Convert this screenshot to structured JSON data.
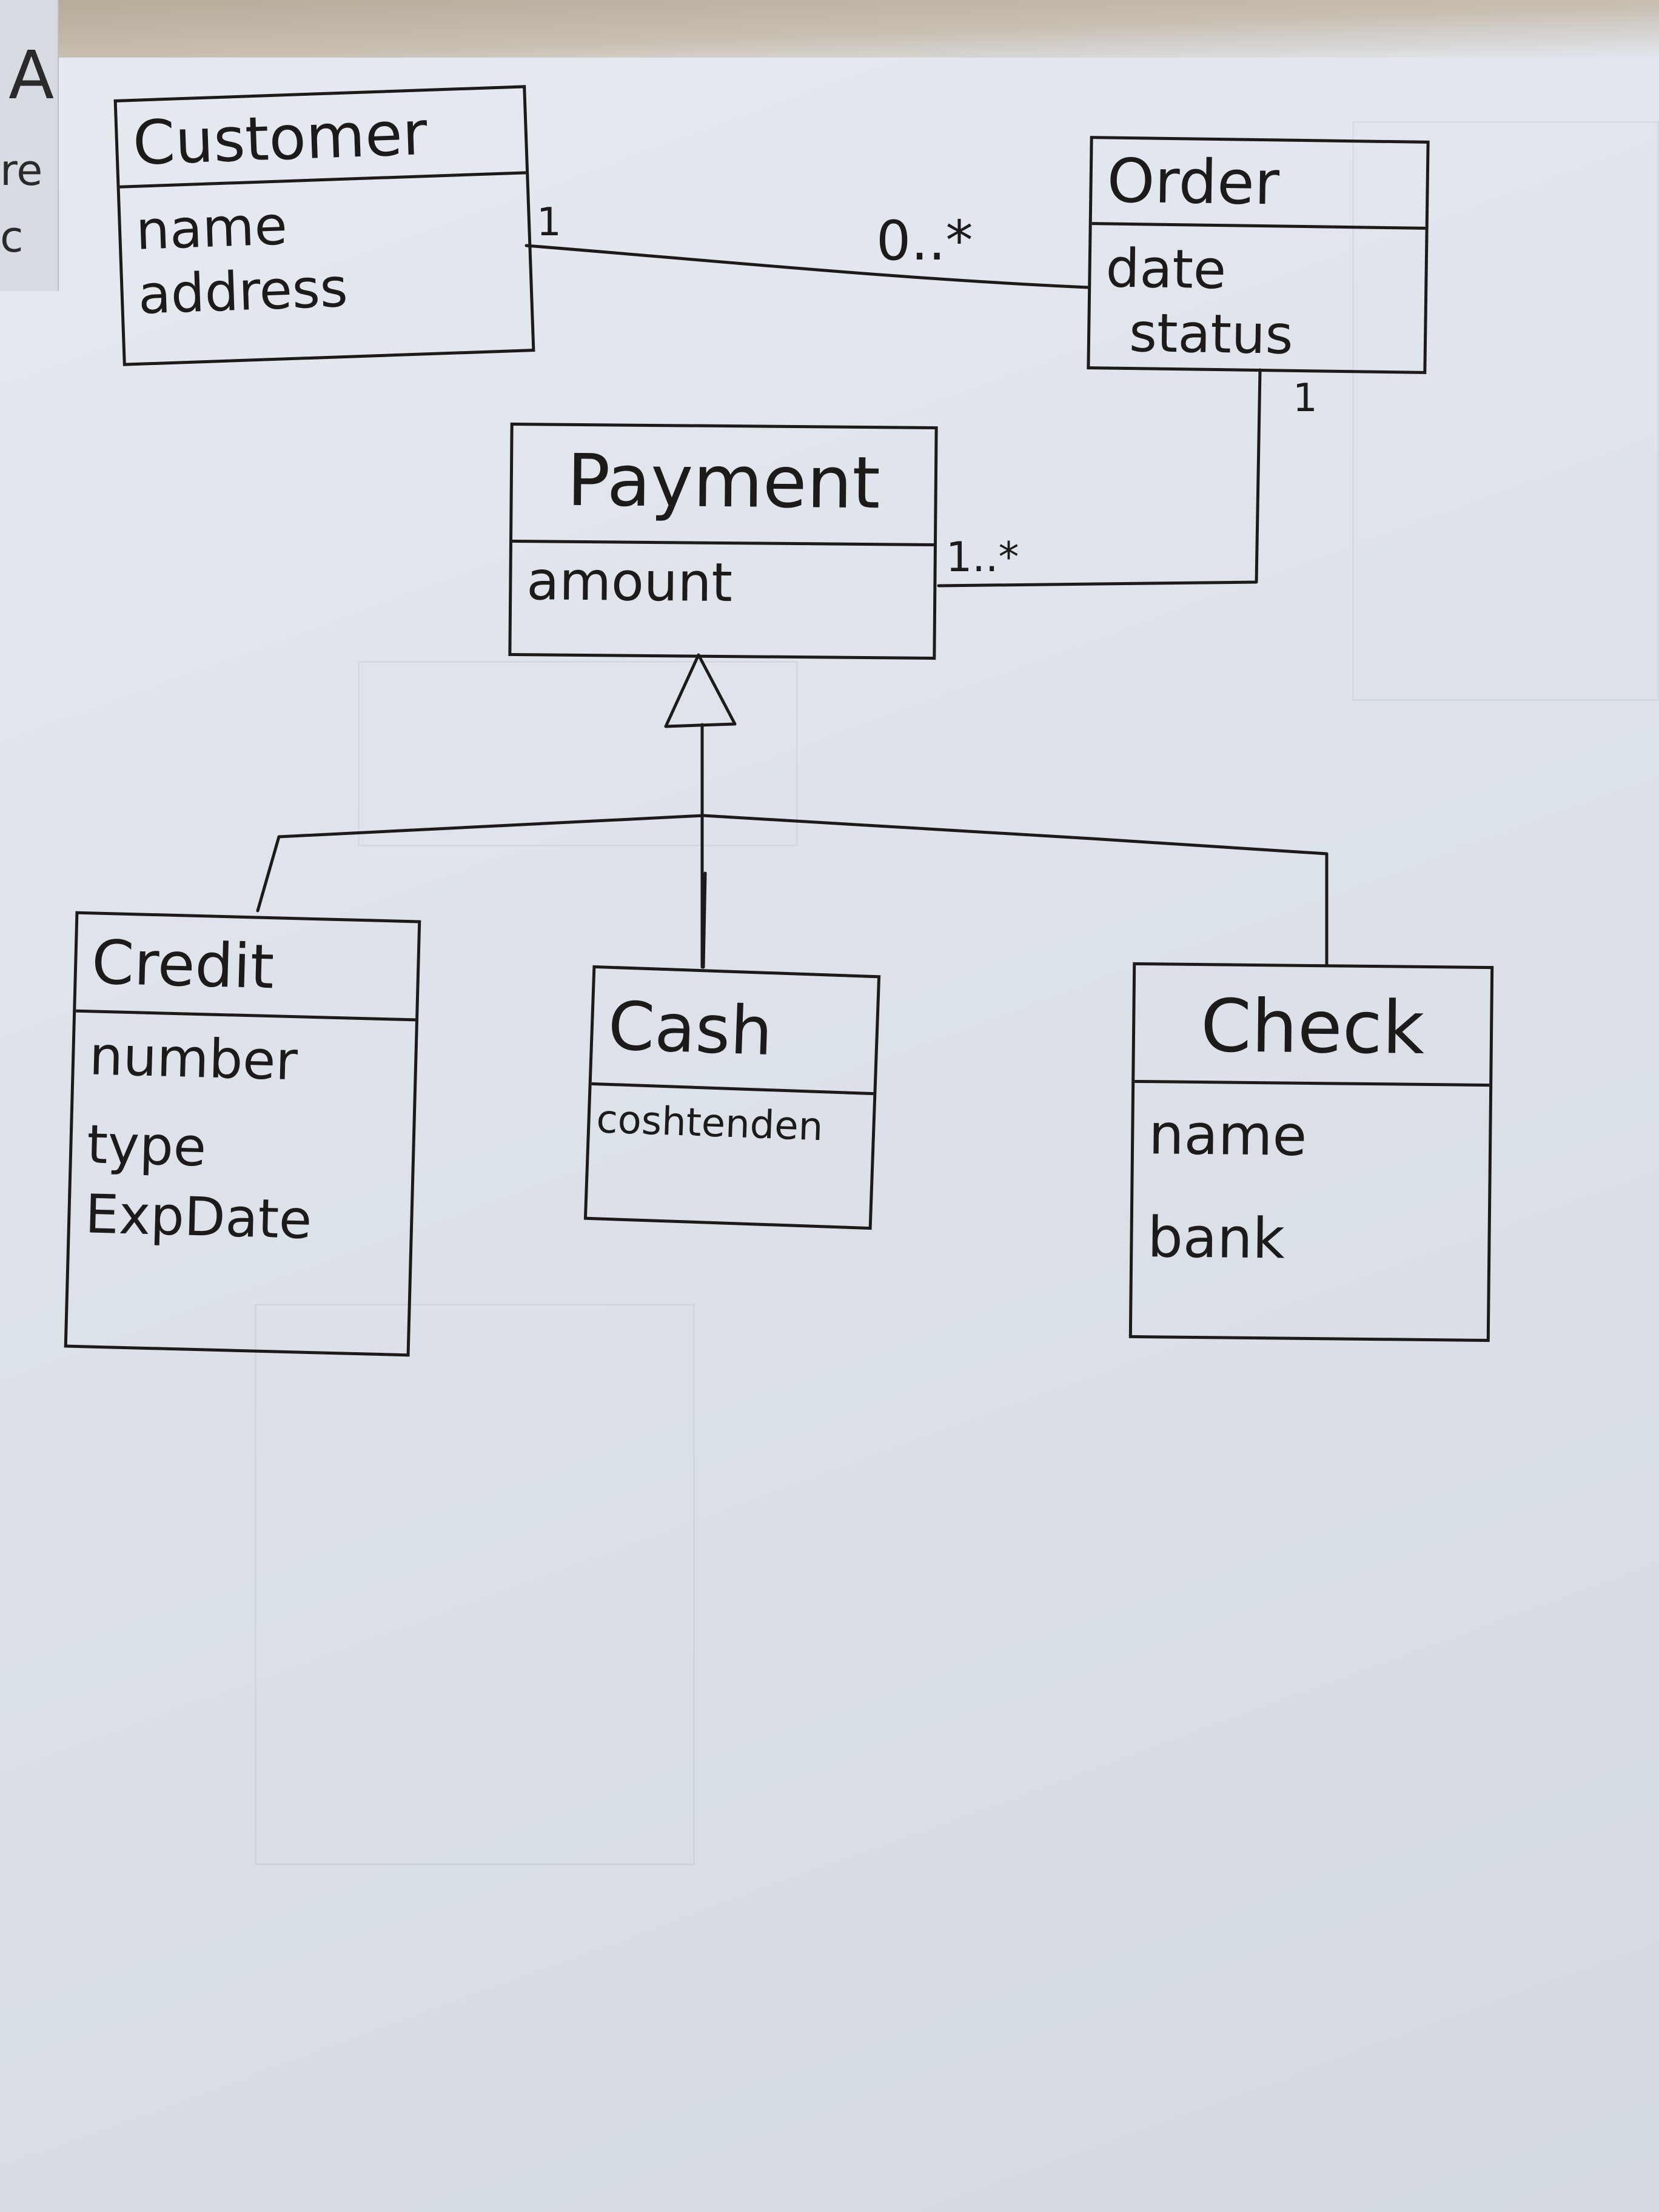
{
  "background_sheet": {
    "edge_letters": [
      "A",
      "re",
      "c"
    ]
  },
  "classes": {
    "customer": {
      "name": "Customer",
      "attributes": [
        "name",
        "address"
      ]
    },
    "order": {
      "name": "Order",
      "attributes": [
        "date",
        "status"
      ]
    },
    "payment": {
      "name": "Payment",
      "attributes": [
        "amount"
      ]
    },
    "credit": {
      "name": "Credit",
      "attributes": [
        "number",
        "type",
        "ExpDate"
      ]
    },
    "cash": {
      "name": "Cash",
      "attributes": [
        "coshtenden"
      ]
    },
    "check": {
      "name": "Check",
      "attributes": [
        "name",
        "bank"
      ]
    }
  },
  "associations": {
    "customer_order": {
      "customer_end": "1",
      "order_end": "0..*"
    },
    "order_payment": {
      "order_end": "1",
      "payment_end": "1..*"
    }
  },
  "colors": {
    "ink": "#1d1b1a",
    "paper": "#e2e6ed",
    "table": "#b7aa98"
  }
}
